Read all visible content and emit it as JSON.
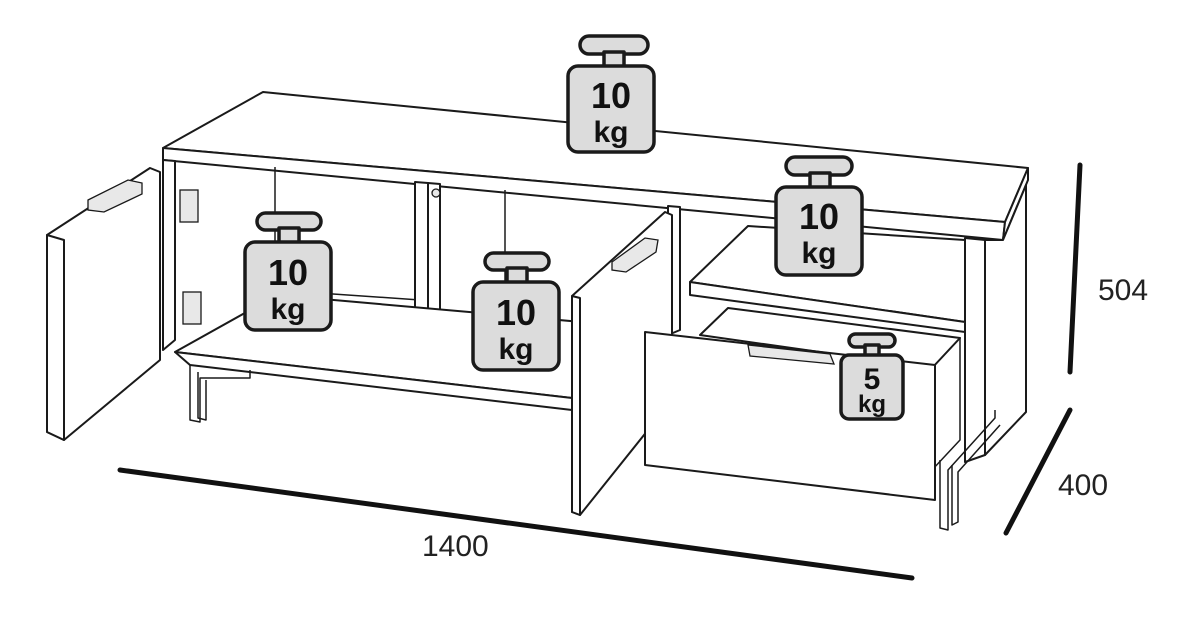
{
  "dimensions": {
    "width": "1400",
    "height": "504",
    "depth": "400"
  },
  "loads": {
    "top": {
      "value": "10",
      "unit": "kg"
    },
    "left_compartment": {
      "value": "10",
      "unit": "kg"
    },
    "middle_compartment": {
      "value": "10",
      "unit": "kg"
    },
    "right_shelf": {
      "value": "10",
      "unit": "kg"
    },
    "drawer": {
      "value": "5",
      "unit": "kg"
    }
  }
}
